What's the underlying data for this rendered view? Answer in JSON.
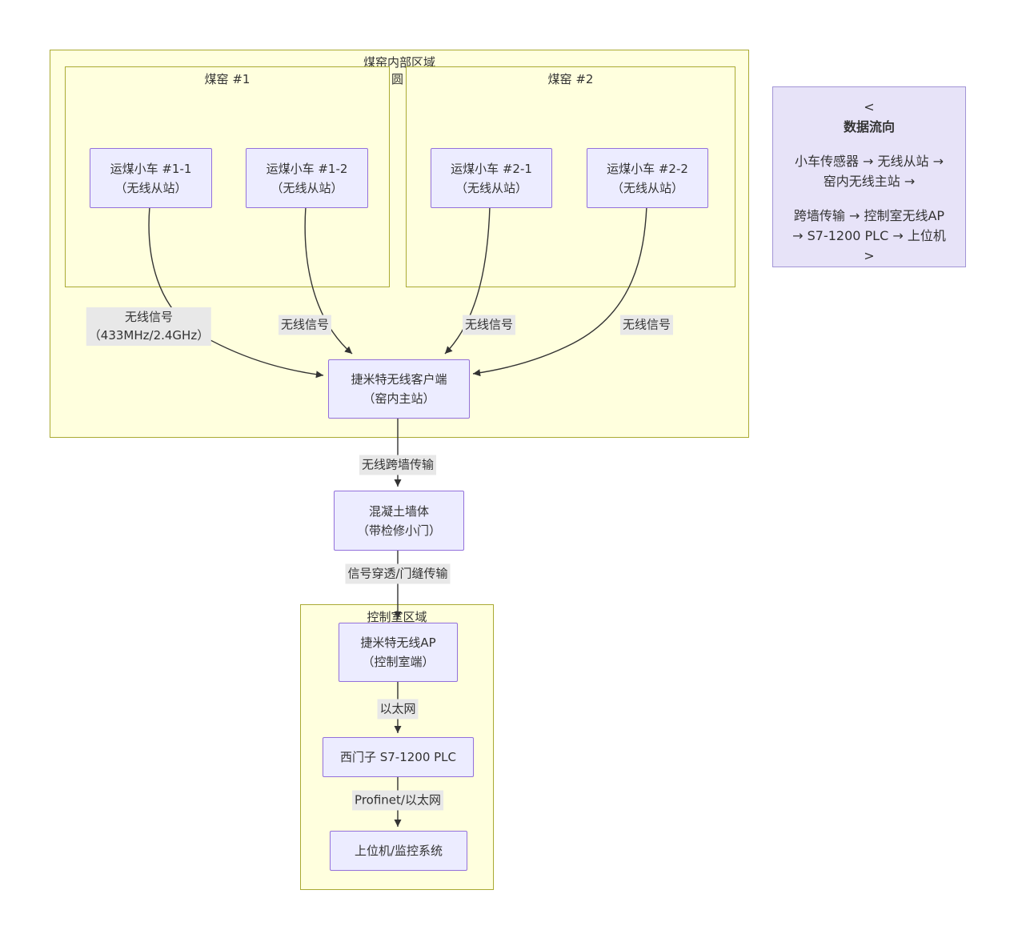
{
  "diagram": {
    "regions": {
      "outer": {
        "title": "煤窑内部区域"
      },
      "kiln1": {
        "title": "煤窑 #1"
      },
      "kiln2": {
        "title": "煤窑 #2"
      },
      "control": {
        "title": "控制室区域"
      }
    },
    "clipped_text": "圆",
    "nodes": {
      "cart11": {
        "line1": "运煤小车 #1-1",
        "line2": "（无线从站）"
      },
      "cart12": {
        "line1": "运煤小车 #1-2",
        "line2": "（无线从站）"
      },
      "cart21": {
        "line1": "运煤小车 #2-1",
        "line2": "（无线从站）"
      },
      "cart22": {
        "line1": "运煤小车 #2-2",
        "line2": "（无线从站）"
      },
      "client": {
        "line1": "捷米特无线客户端",
        "line2": "（窑内主站）"
      },
      "wall": {
        "line1": "混凝土墙体",
        "line2": "（带检修小门）"
      },
      "ap": {
        "line1": "捷米特无线AP",
        "line2": "（控制室端）"
      },
      "plc": {
        "line1": "西门子 S7-1200 PLC"
      },
      "host": {
        "line1": "上位机/监控系统"
      }
    },
    "edge_labels": {
      "signal_433_line1": "无线信号",
      "signal_433_line2": "（433MHz/2.4GHz）",
      "signal_2": "无线信号",
      "signal_3": "无线信号",
      "signal_4": "无线信号",
      "cross_wall": "无线跨墙传输",
      "penetration": "信号穿透/门缝传输",
      "ethernet": "以太网",
      "profinet": "Profinet/以太网"
    },
    "note": {
      "open": "<",
      "title": "数据流向",
      "lines": [
        "小车传感器 → 无线从站 →",
        "窑内无线主站 →",
        "跨墙传输 → 控制室无线AP",
        "→ S7-1200 PLC → 上位机"
      ],
      "close": ">"
    },
    "colors": {
      "region_fill": "#ffffde",
      "region_border": "#aaaa33",
      "node_fill": "#ECECFF",
      "node_border": "#9370DB",
      "note_fill": "#E7E3F8",
      "note_border": "#A295D6",
      "edge_label_bg": "#e8e8e8",
      "edge_stroke": "#333333",
      "text": "#333333"
    }
  }
}
